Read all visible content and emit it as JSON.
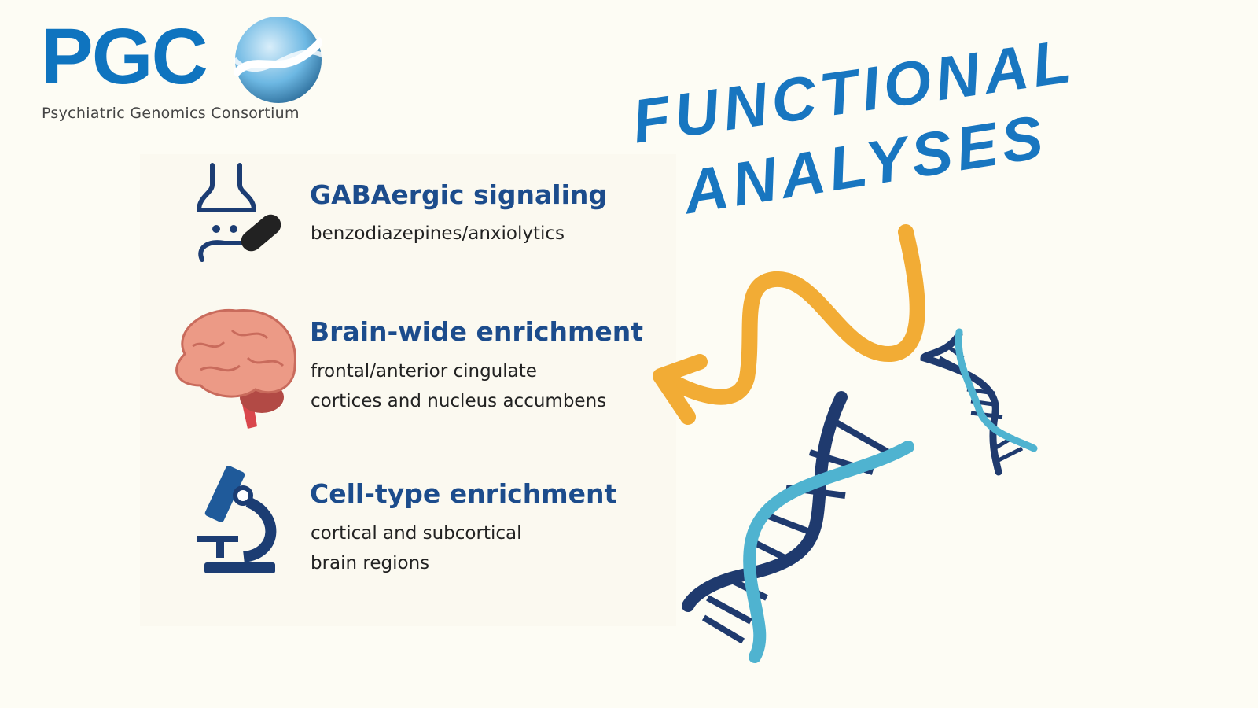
{
  "logo": {
    "acronym": "PGC",
    "name": "Psychiatric Genomics Consortium"
  },
  "title": {
    "line1": "FUNCTIONAL",
    "line2": "ANALYSES"
  },
  "items": [
    {
      "icon": "synapse-pill-icon",
      "heading": "GABAergic signaling",
      "lines": [
        "benzodiazepines/anxiolytics"
      ]
    },
    {
      "icon": "brain-icon",
      "heading": "Brain-wide enrichment",
      "lines": [
        "frontal/anterior cingulate",
        "cortices and nucleus accumbens"
      ]
    },
    {
      "icon": "microscope-icon",
      "heading": "Cell-type enrichment",
      "lines": [
        "cortical and subcortical",
        "brain regions"
      ]
    }
  ],
  "colors": {
    "brand": "#0f74bf",
    "heading": "#1c4c8c",
    "arrow": "#f2ac35",
    "dna_dark": "#1f3a6e",
    "dna_light": "#4fb3d0"
  }
}
